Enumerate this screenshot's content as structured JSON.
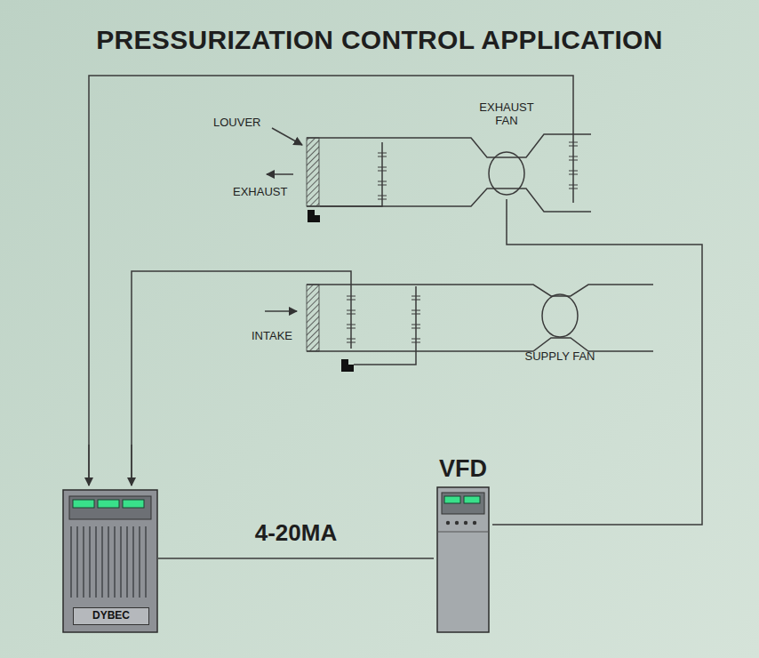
{
  "diagram": {
    "title": "PRESSURIZATION CONTROL APPLICATION",
    "nodes": [
      {
        "text": [
          "EXHAUST FAN"
        ]
      },
      {
        "text": [
          "SUPPLY FAN"
        ]
      },
      {
        "text": [
          "DYBEC"
        ]
      },
      {
        "text": [
          "VFD"
        ]
      }
    ],
    "edges": [
      {
        "from": 2,
        "to": 3,
        "label": "4-20MA",
        "arrow": "none"
      },
      {
        "from": 3,
        "to": 0,
        "arrow": "none"
      }
    ],
    "labels": [
      "LOUVER",
      "EXHAUST",
      "INTAKE"
    ]
  }
}
